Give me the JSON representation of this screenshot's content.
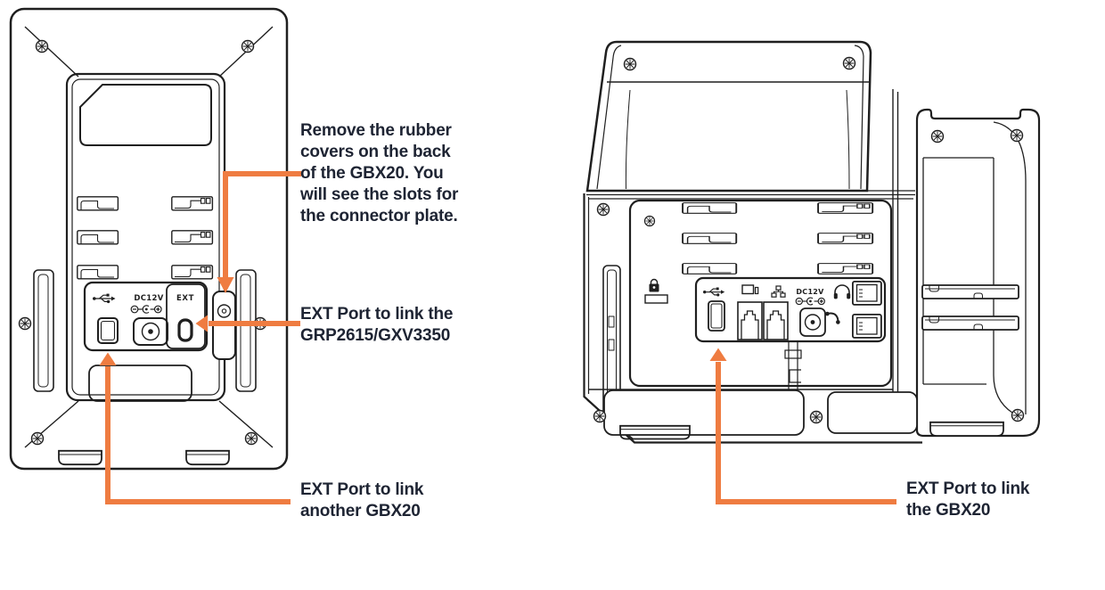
{
  "colors": {
    "accent_orange": "#EF7C41",
    "line_ink": "#1F1F1F",
    "text_dark": "#1E2433"
  },
  "figures": {
    "gbx20_back": {
      "port_labels": {
        "dc": "DC12V",
        "ext": "EXT"
      },
      "icons": [
        "usb-icon",
        "dc-polarity-icon"
      ]
    },
    "phone_back": {
      "port_labels": {
        "dc": "DC12V"
      },
      "icons": [
        "kensington-lock-icon",
        "usb-icon",
        "pc-port-icon",
        "network-port-icon",
        "dc-polarity-icon",
        "headset-icon",
        "handset-icon"
      ]
    }
  },
  "annotations": {
    "rubber_note": {
      "lines": [
        "Remove the rubber",
        "covers on the back",
        "of the GBX20. You",
        "will see the slots for",
        "the connector plate."
      ]
    },
    "ext_phone_note": {
      "lines": [
        "EXT Port to link the",
        "GRP2615/GXV3350"
      ]
    },
    "ext_another_note": {
      "lines": [
        "EXT Port to link",
        "another GBX20"
      ]
    },
    "ext_gbx20_note": {
      "lines": [
        "EXT Port to link",
        "the GBX20"
      ]
    }
  }
}
